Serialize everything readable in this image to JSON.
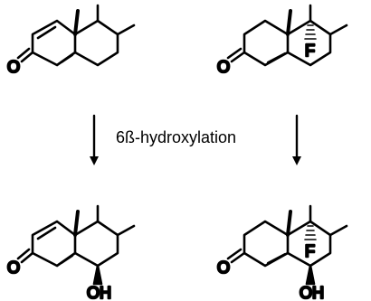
{
  "reaction": {
    "label": "6ß-hydroxylation"
  },
  "atoms": {
    "oxygen": "O",
    "fluorine": "F",
    "hydroxyl": "OH"
  }
}
